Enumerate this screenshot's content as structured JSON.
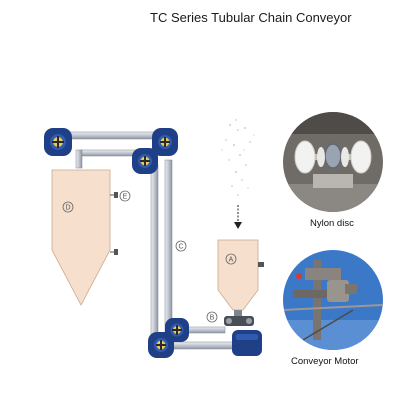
{
  "title": "TC Series Tubular Chain Conveyor",
  "labels": {
    "a": "A",
    "b": "B",
    "c": "C",
    "d": "D",
    "e": "E"
  },
  "captions": {
    "nylon_disc": "Nylon disc",
    "conveyor_motor": "Conveyor Motor"
  },
  "colors": {
    "drive_unit": "#1f3f86",
    "hopper": "#f6dfcc",
    "pipe": "#c9ced6",
    "sky": "#3b78c8"
  }
}
